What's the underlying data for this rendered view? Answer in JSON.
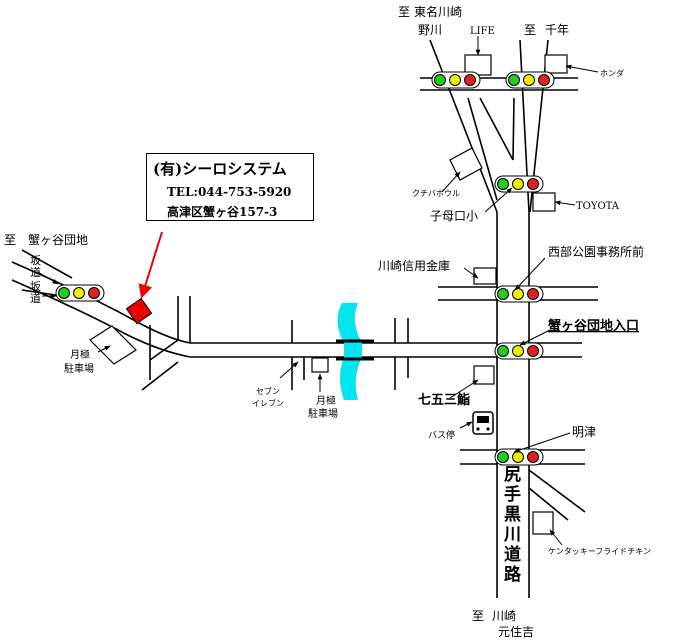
{
  "company": {
    "name": "(有)シーロシステム",
    "tel": "TEL:044-753-5920",
    "address": "高津区蟹ヶ谷157-3"
  },
  "destinations": {
    "top_left": [
      "至",
      "東名川崎"
    ],
    "top_left_sub": "野川",
    "top_right": [
      "至",
      "千年"
    ],
    "left": "至　蟹ヶ谷団地",
    "bottom": [
      "至",
      "川崎"
    ],
    "bottom_sub": "元住吉"
  },
  "labels": {
    "life": "LIFE",
    "honda": "ホンダ",
    "kuchiba": "クチバボウル",
    "toyota": "TOYOTA",
    "komaguchi": "子母口小",
    "seibu": "西部公園事務所前",
    "shinkin": "川崎信用金庫",
    "kanigaya_entrance": "蟹ヶ谷団地入口",
    "shichigosan": "七五三鮨",
    "bus_stop": "バス停",
    "meitsu": "明津",
    "kfc": "ケンタッキーフライドチキン",
    "slope1": [
      "坂",
      "道"
    ],
    "slope2": [
      "坂",
      "道"
    ],
    "parking_left": [
      "月極",
      "駐車場"
    ],
    "parking_mid": [
      "月極",
      "駐車場"
    ],
    "seven_eleven": [
      "セブン",
      "イレブン"
    ],
    "main_road": [
      "尻",
      "手",
      "黒",
      "川",
      "道",
      "路"
    ]
  },
  "colors": {
    "signal_green": "#22cc22",
    "signal_yellow": "#eeee00",
    "signal_red": "#dd2222",
    "river": "#00e5ee",
    "marker": "#ee0000",
    "arrow": "#ee0000"
  }
}
